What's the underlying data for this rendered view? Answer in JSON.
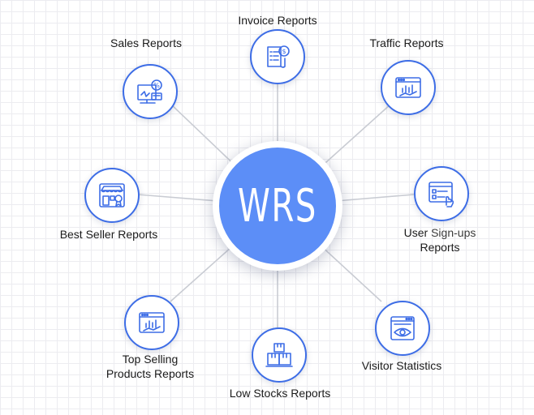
{
  "hub": {
    "label": "WRS",
    "color": "#5c8ef7"
  },
  "accent_color": "#3d6de6",
  "nodes": [
    {
      "id": "invoice",
      "label": "Invoice Reports",
      "icon": "invoice-dollar-icon"
    },
    {
      "id": "traffic",
      "label": "Traffic Reports",
      "icon": "browser-chart-icon"
    },
    {
      "id": "signups",
      "label_line1_a": "User",
      "label_line1_b": "Sign-ups",
      "label_line2": "Reports",
      "icon": "signup-form-click-icon"
    },
    {
      "id": "visitor",
      "label": "Visitor Statistics",
      "icon": "browser-eye-icon"
    },
    {
      "id": "lowstock",
      "label": "Low Stocks Reports",
      "icon": "boxes-stack-icon"
    },
    {
      "id": "topselling",
      "label_line1": "Top Selling",
      "label_line2": "Products Reports",
      "icon": "browser-chart-icon"
    },
    {
      "id": "bestseller",
      "label": "Best Seller Reports",
      "icon": "store-badge-icon"
    },
    {
      "id": "sales",
      "label": "Sales Reports",
      "icon": "sales-percent-icon"
    }
  ]
}
